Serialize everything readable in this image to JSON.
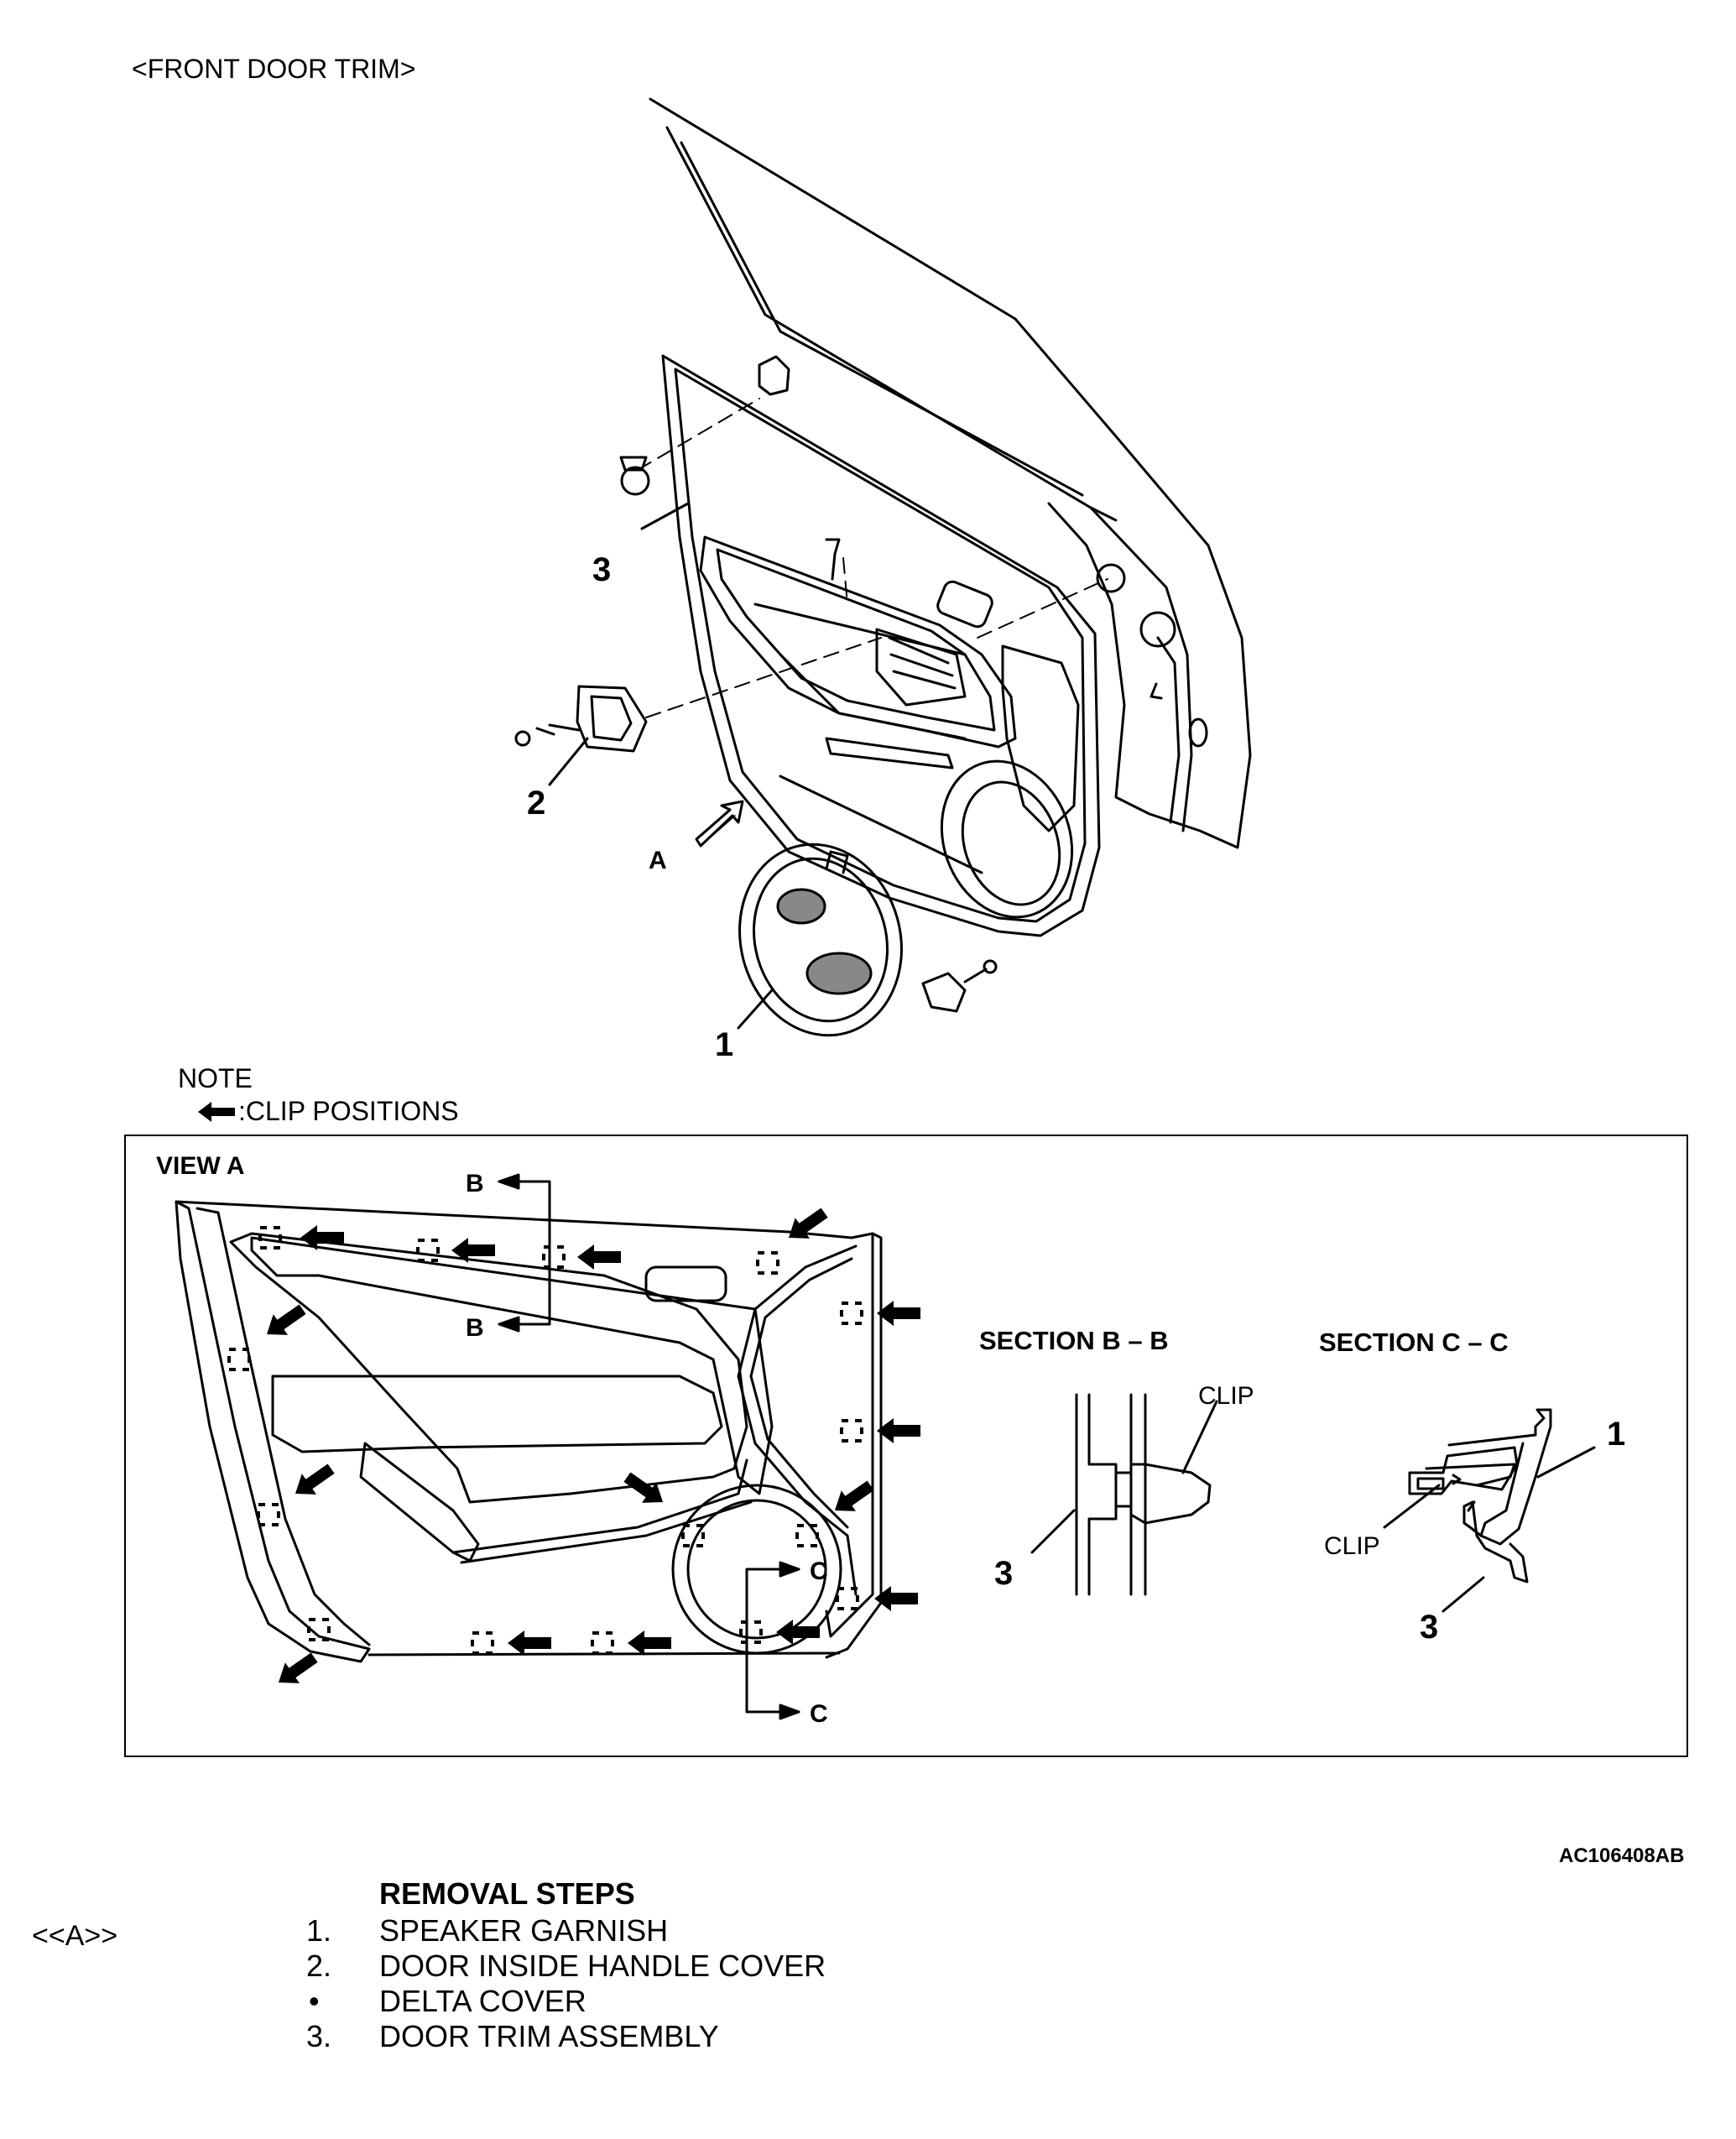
{
  "title": "<FRONT DOOR TRIM>",
  "callouts": {
    "one": "1",
    "two": "2",
    "three": "3",
    "view_a": "A"
  },
  "note": {
    "heading": "NOTE",
    "legend": ":CLIP POSITIONS"
  },
  "view_a": {
    "label": "VIEW A",
    "section_b": "B",
    "section_c": "C"
  },
  "section_bb": {
    "title": "SECTION B – B",
    "clip_label": "CLIP",
    "part": "3"
  },
  "section_cc": {
    "title": "SECTION C – C",
    "clip_label": "CLIP",
    "part_one": "1",
    "part_three": "3"
  },
  "figure_code": "AC106408AB",
  "removal": {
    "heading": "REMOVAL STEPS",
    "ref": "<<A>>",
    "steps": [
      {
        "num": "1.",
        "text": "SPEAKER GARNISH"
      },
      {
        "num": "2.",
        "text": "DOOR INSIDE HANDLE COVER"
      },
      {
        "num": "•",
        "text": "DELTA COVER"
      },
      {
        "num": "3.",
        "text": "DOOR TRIM ASSEMBLY"
      }
    ]
  }
}
